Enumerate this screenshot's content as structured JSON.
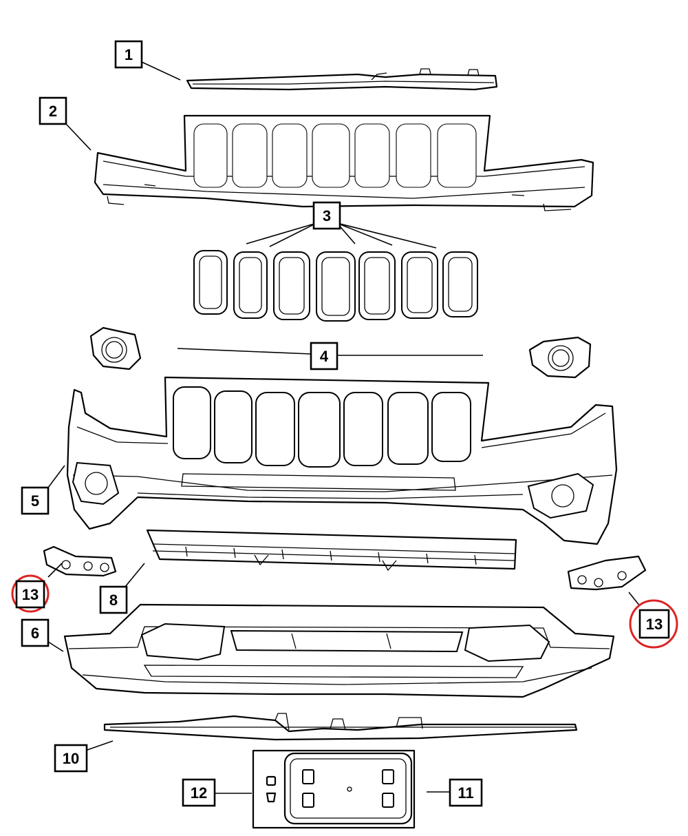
{
  "callouts": [
    {
      "id": "1",
      "text": "1"
    },
    {
      "id": "2",
      "text": "2"
    },
    {
      "id": "3",
      "text": "3"
    },
    {
      "id": "4",
      "text": "4"
    },
    {
      "id": "5",
      "text": "5"
    },
    {
      "id": "6",
      "text": "6"
    },
    {
      "id": "8",
      "text": "8"
    },
    {
      "id": "10",
      "text": "10"
    },
    {
      "id": "11",
      "text": "11"
    },
    {
      "id": "12",
      "text": "12"
    },
    {
      "id": "13-left",
      "text": "13"
    },
    {
      "id": "13-right",
      "text": "13"
    }
  ],
  "highlight": {
    "color": "#dd2222",
    "targets": [
      "13-left",
      "13-right"
    ]
  }
}
